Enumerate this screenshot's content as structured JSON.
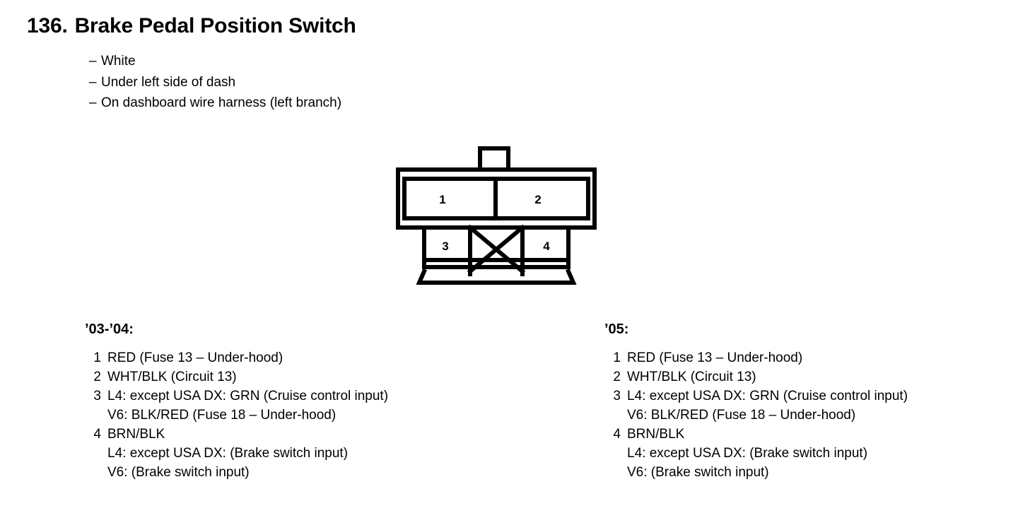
{
  "title": {
    "number": "136.",
    "name": "Brake Pedal Position Switch"
  },
  "description": {
    "dash": "–",
    "items": [
      "White",
      "Under left side of dash",
      "On dashboard wire harness (left branch)"
    ]
  },
  "connector": {
    "pins": [
      {
        "id": "1",
        "label": "1"
      },
      {
        "id": "2",
        "label": "2"
      },
      {
        "id": "3",
        "label": "3"
      },
      {
        "id": "4",
        "label": "4"
      }
    ],
    "blocked_cell": "X",
    "stroke_color": "#000000",
    "fill_color": "#ffffff"
  },
  "pinout_columns": [
    {
      "header": "’03-’04:",
      "entries": [
        {
          "index": "1",
          "lines": [
            "RED (Fuse 13 – Under-hood)"
          ]
        },
        {
          "index": "2",
          "lines": [
            "WHT/BLK (Circuit 13)"
          ]
        },
        {
          "index": "3",
          "lines": [
            "L4: except USA DX: GRN (Cruise control input)",
            "V6: BLK/RED (Fuse 18 – Under-hood)"
          ]
        },
        {
          "index": "4",
          "lines": [
            "BRN/BLK",
            "L4: except USA DX: (Brake switch input)",
            "V6: (Brake switch input)"
          ]
        }
      ]
    },
    {
      "header": "’05:",
      "entries": [
        {
          "index": "1",
          "lines": [
            "RED (Fuse 13 – Under-hood)"
          ]
        },
        {
          "index": "2",
          "lines": [
            "WHT/BLK (Circuit 13)"
          ]
        },
        {
          "index": "3",
          "lines": [
            "L4: except USA DX: GRN (Cruise control input)",
            "V6: BLK/RED (Fuse 18 – Under-hood)"
          ]
        },
        {
          "index": "4",
          "lines": [
            "BRN/BLK",
            "L4: except USA DX: (Brake switch input)",
            "V6: (Brake switch input)"
          ]
        }
      ]
    }
  ]
}
